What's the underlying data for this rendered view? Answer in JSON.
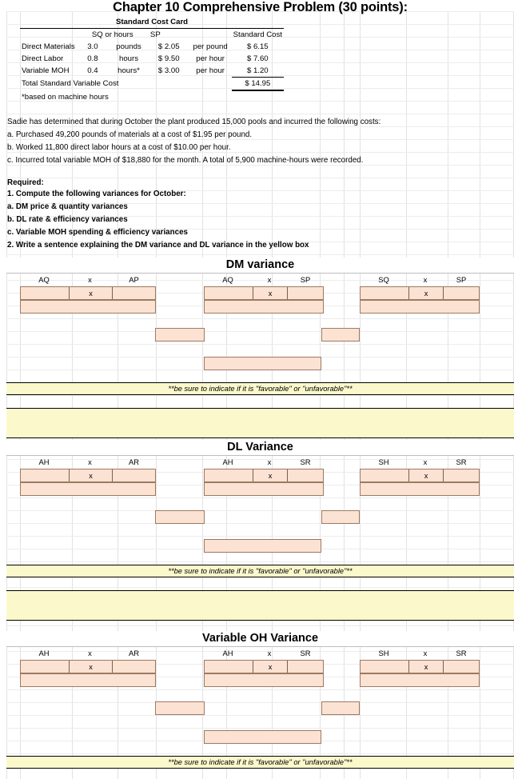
{
  "title": "Chapter 10 Comprehensive Problem (30 points):",
  "standard_cost_card": {
    "title": "Standard Cost Card",
    "headers": [
      "",
      "SQ or hours",
      "",
      "SP",
      "",
      "Standard Cost"
    ],
    "rows": [
      {
        "label": "Direct Materials",
        "qty": "3.0",
        "unit": "pounds",
        "sp": "$  2.05",
        "per": "per pound",
        "std": "$  6.15"
      },
      {
        "label": "Direct Labor",
        "qty": "0.8",
        "unit": "hours",
        "sp": "$  9.50",
        "per": "per hour",
        "std": "$  7.60"
      },
      {
        "label": "Variable MOH",
        "qty": "0.4",
        "unit": "hours*",
        "sp": "$  3.00",
        "per": "per hour",
        "std": "$  1.20"
      }
    ],
    "total_label": "Total Standard Variable Cost",
    "total_value": "$ 14.95",
    "footnote": "*based on machine hours"
  },
  "problem": {
    "intro": "Sadie has determined that during October the plant produced 15,000 pools and incurred the following costs:",
    "items": [
      "a. Purchased 49,200 pounds of materials at a cost of $1.95 per pound.",
      "b. Worked 11,800 direct labor hours at a cost of $10.00 per hour.",
      "c. Incurred total variable MOH of $18,880 for the month. A total of 5,900 machine-hours were recorded."
    ],
    "required_label": "Required:",
    "requirements": [
      "1. Compute the following variances for October:",
      "a. DM price & quantity variances",
      "b. DL rate & efficiency variances",
      "c. Variable MOH spending & efficiency variances",
      "2. Write a sentence explaining the DM variance and DL variance in the yellow box"
    ]
  },
  "multiply_symbol": "x",
  "note_text": "**be sure to indicate if it is \"favorable\" or \"unfavorable\"**",
  "sections": [
    {
      "heading": "DM variance",
      "groups": [
        {
          "labels": [
            "AQ",
            "x",
            "AP"
          ]
        },
        {
          "labels": [
            "AQ",
            "x",
            "SP"
          ]
        },
        {
          "labels": [
            "SQ",
            "x",
            "SP"
          ]
        }
      ],
      "has_answer_band": true
    },
    {
      "heading": "DL Variance",
      "groups": [
        {
          "labels": [
            "AH",
            "x",
            "AR"
          ]
        },
        {
          "labels": [
            "AH",
            "x",
            "SR"
          ]
        },
        {
          "labels": [
            "SH",
            "x",
            "SR"
          ]
        }
      ],
      "has_answer_band": true
    },
    {
      "heading": "Variable OH Variance",
      "groups": [
        {
          "labels": [
            "AH",
            "x",
            "AR"
          ]
        },
        {
          "labels": [
            "AH",
            "x",
            "SR"
          ]
        },
        {
          "labels": [
            "SH",
            "x",
            "SR"
          ]
        }
      ],
      "has_answer_band": false
    }
  ],
  "colors": {
    "input_fill": "#fbe2d3",
    "input_border": "#9c7a63",
    "answer_fill": "#fbf8cc",
    "gridline": "#e2e2e2"
  }
}
